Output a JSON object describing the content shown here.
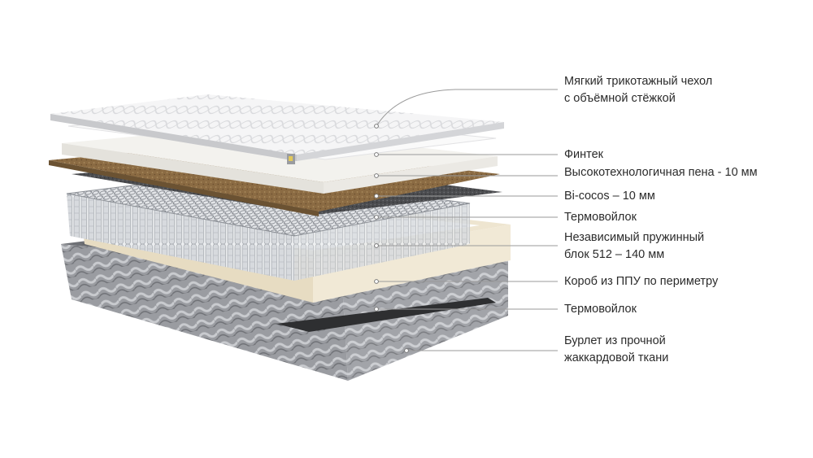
{
  "diagram": {
    "layers": [
      {
        "id": "cover",
        "label": "Мягкий трикотажный чехол\nс объёмной стёжкой"
      },
      {
        "id": "fintek",
        "label": "Финтек"
      },
      {
        "id": "foam",
        "label": "Высокотехнологичная пена - 10 мм"
      },
      {
        "id": "bicocos",
        "label": "Bi-cocos – 10 мм"
      },
      {
        "id": "felt-top",
        "label": "Термовойлок"
      },
      {
        "id": "springs",
        "label": "Независимый пружинный\nблок 512 – 140 мм"
      },
      {
        "id": "ppu-frame",
        "label": "Короб из ППУ по периметру"
      },
      {
        "id": "felt-bottom",
        "label": "Термовойлок"
      },
      {
        "id": "jacquard",
        "label": "Бурлет из прочной\nжаккардовой ткани"
      }
    ],
    "colors": {
      "leader_line": "#9a9a9a",
      "cover": "#f4f4f5",
      "coir": "#8a6a42",
      "felt": "#4a4a4c",
      "springs": "#cfd2d6",
      "ppu": "#efe7d3",
      "jacquard": "#8f9196",
      "label_text": "#2b2b2b"
    }
  }
}
